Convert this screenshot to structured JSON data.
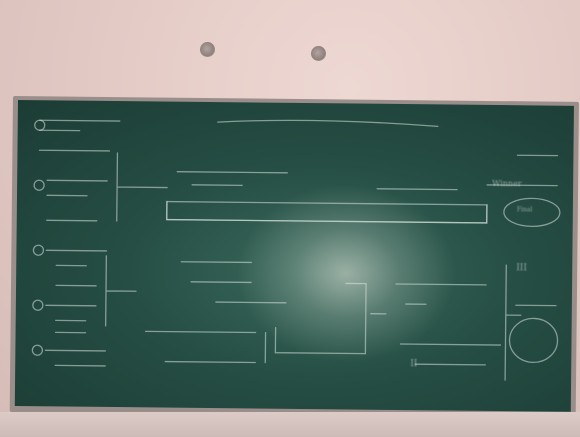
{
  "image_kind": "photo",
  "scene": {
    "wall_color": "#e4cbc6",
    "board_color": "#24493f",
    "chalk_color": "#d8e4dc"
  },
  "board_text": {
    "winner": "Winner",
    "stage_top": "III",
    "stage_bottom": "II",
    "final": "Final"
  }
}
